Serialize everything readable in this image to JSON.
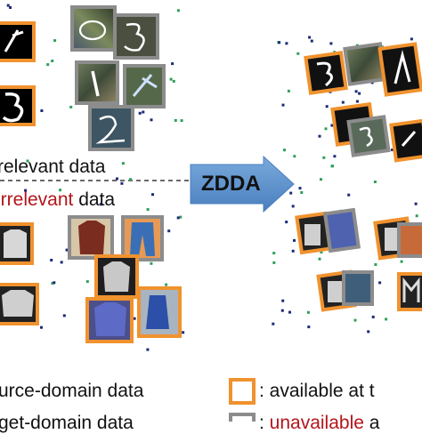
{
  "labels": {
    "relevant": "relevant data",
    "irrelevant_word": "irrelevant",
    "irrelevant_rest": " data",
    "arrow": "ZDDA",
    "source_domain": "urce-domain data",
    "target_domain": "get-domain data",
    "legend_available": ": available at t",
    "legend_unavailable": "unavailable",
    "legend_unavailable_cont": " a",
    "legend_colon": ": "
  },
  "colors": {
    "available_border": "#f0922e",
    "unavailable_border": "#8c8c8c",
    "arrow_fill": "#5e92c8",
    "red_text": "#b3151b",
    "dot_navy": "#1c2a78",
    "dot_green": "#2fa05a"
  },
  "icons": {
    "digit-tile": "handwritten-digit-image",
    "clothing-tile": "clothing-image",
    "arrow": "right-arrow"
  }
}
